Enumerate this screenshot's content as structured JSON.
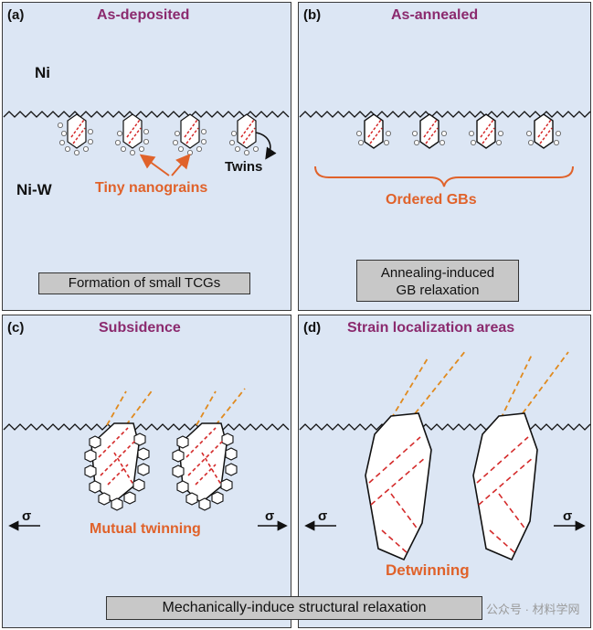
{
  "panel_a": {
    "label": "(a)",
    "title": "As-deposited",
    "upper_material": "Ni",
    "lower_material": "Ni-W",
    "grain_label": "Tiny nanograins",
    "twins_label": "Twins",
    "caption": "Formation of small TCGs"
  },
  "panel_b": {
    "label": "(b)",
    "title": "As-annealed",
    "gb_label": "Ordered GBs",
    "caption_line1": "Annealing-induced",
    "caption_line2": "GB relaxation"
  },
  "panel_c": {
    "label": "(c)",
    "title": "Subsidence",
    "stress_left": "σ",
    "stress_right": "σ",
    "twin_label": "Mutual twinning"
  },
  "panel_d": {
    "label": "(d)",
    "title": "Strain localization areas",
    "stress_left": "σ",
    "stress_right": "σ",
    "twin_label": "Detwinning"
  },
  "bottom_caption": "Mechanically-induce structural relaxation",
  "watermark": "公众号 · 材料学网",
  "colors": {
    "panel_bg": "#dce6f4",
    "title_purple": "#8b2a6e",
    "label_orange": "#e0622a",
    "twin_red": "#d42a2a",
    "slip_orange": "#e08a1e",
    "caption_gray": "#c8c8c8"
  }
}
